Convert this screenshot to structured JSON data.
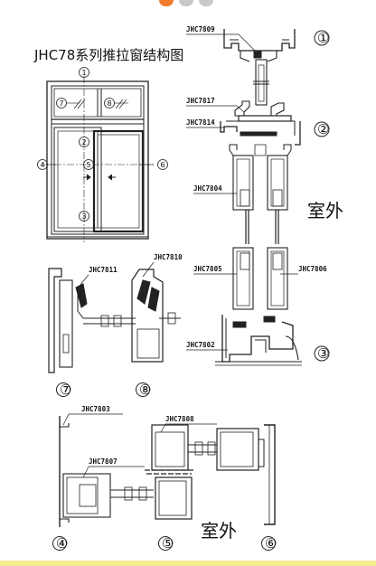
{
  "title": "JHC78系列推拉窗结构图",
  "outside_label_right": "室外",
  "outside_label_bottom": "室外",
  "section_numbers": {
    "n1": "①",
    "n2": "②",
    "n3": "③",
    "n4": "④",
    "n5": "⑤",
    "n6": "⑥",
    "n7": "⑦",
    "n8": "⑧"
  },
  "profile_codes": {
    "jhc7809": "JHC7809",
    "jhc7817": "JHC7817",
    "jhc7814": "JHC7814",
    "jhc7804": "JHC7804",
    "jhc7805": "JHC7805",
    "jhc7806": "JHC7806",
    "jhc7802": "JHC7802",
    "jhc7810": "JHC7810",
    "jhc7811": "JHC7811",
    "jhc7803": "JHC7803",
    "jhc7808": "JHC7808",
    "jhc7807": "JHC7807"
  },
  "colors": {
    "accent": "#f27b2a",
    "pill": "#bdbdbd",
    "footer_line": "#f5ee8f"
  }
}
